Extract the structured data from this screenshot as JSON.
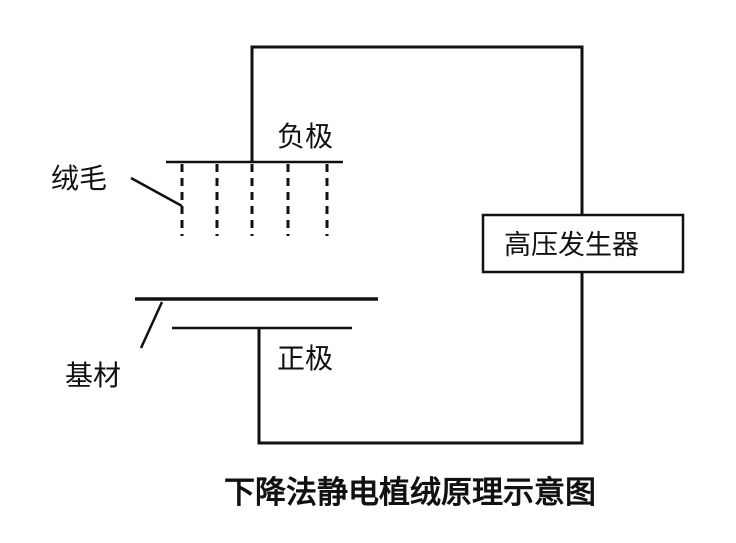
{
  "labels": {
    "negative_electrode": "负极",
    "flock": "绒毛",
    "high_voltage_generator": "高压发生器",
    "positive_electrode": "正极",
    "substrate": "基材"
  },
  "caption": "下降法静电植绒原理示意图"
}
